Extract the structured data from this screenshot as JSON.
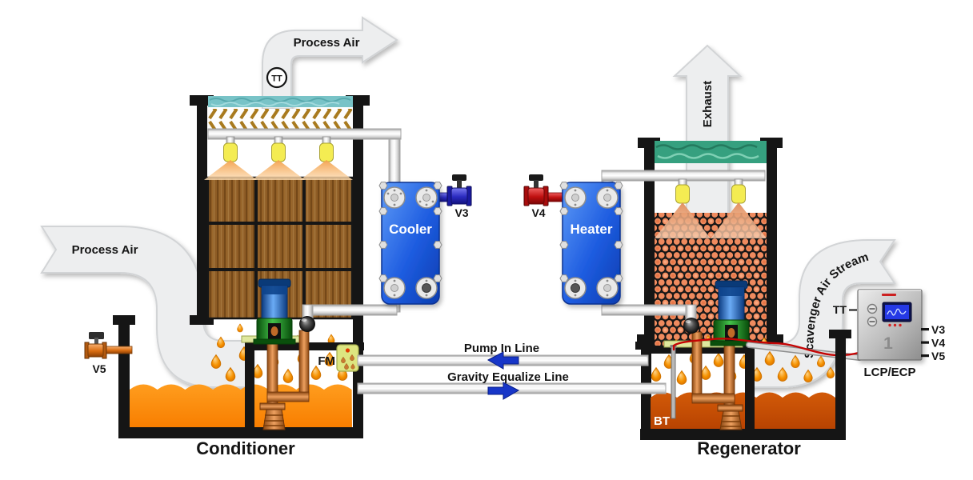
{
  "labels": {
    "process_air_out": "Process Air",
    "process_air_in": "Process Air",
    "exhaust": "Exhaust",
    "scavenger_air": "Scavenger Air Stream",
    "duct_sensor": "TT",
    "cooler": "Cooler",
    "heater": "Heater",
    "valve_v3": "V3",
    "valve_v4": "V4",
    "valve_v5": "V5",
    "flow_meter": "FM",
    "bath_sensor": "BT",
    "pump_in_line": "Pump In Line",
    "gravity_line": "Gravity Equalize Line",
    "conditioner": "Conditioner",
    "regenerator": "Regenerator"
  },
  "panel": {
    "title": "LCP/ECP",
    "unit_number": "1",
    "sensor_tt": "TT",
    "out_v3": "V3",
    "out_v4": "V4",
    "out_v5": "V5"
  },
  "colors": {
    "desiccant_liquid": "#FF8E0A",
    "hot_liquid": "#C84E04",
    "exchanger_body": "#1C55D6",
    "chilled_valve": "#2222C8",
    "hot_valve": "#CC1616",
    "drain_valve": "#E07818",
    "duct": "#EDEEEF",
    "flow_arrow": "#1736C8",
    "mist_eliminator_conditioner": "#78C3C7",
    "mist_eliminator_regenerator": "#36A07F",
    "media_conditioner": "#8F5D26",
    "media_regenerator": "#EF8A5E"
  }
}
